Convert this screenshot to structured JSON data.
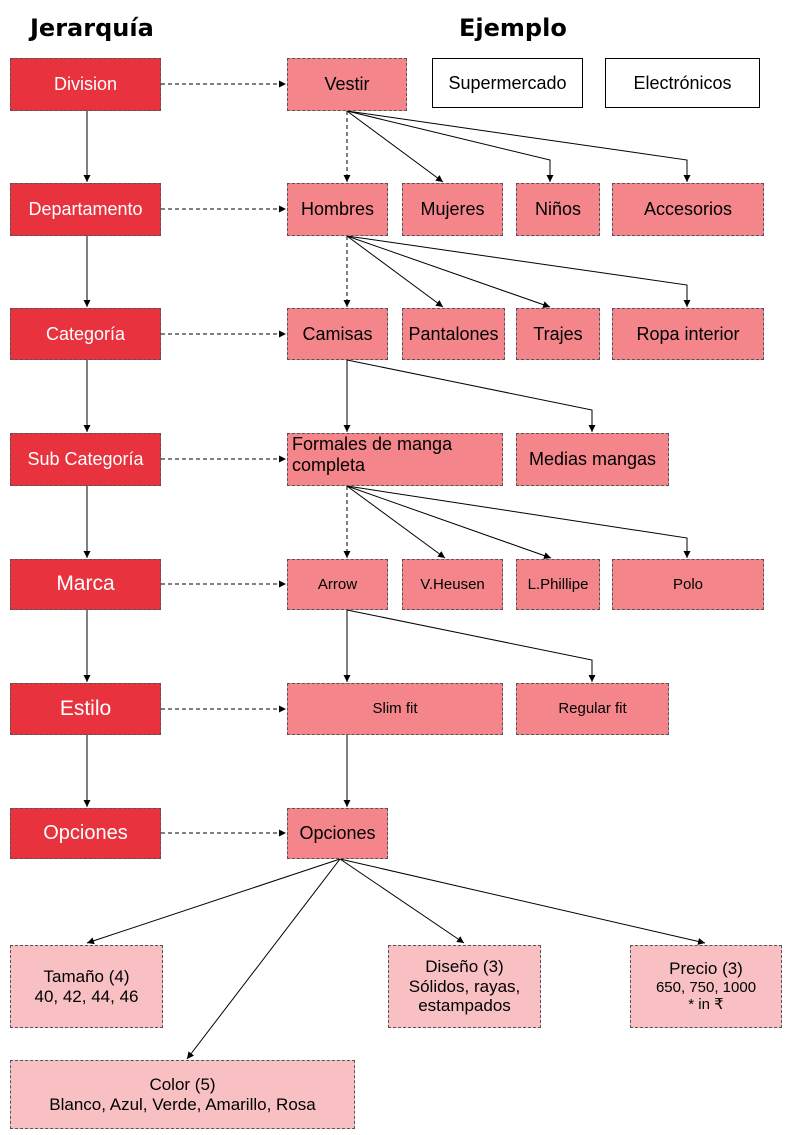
{
  "headers": {
    "jerarquia": "Jerarquía",
    "ejemplo": "Ejemplo"
  },
  "hierarchy": {
    "division": "Division",
    "departamento": "Departamento",
    "categoria": "Categoría",
    "subcategoria": "Sub Categoría",
    "marca": "Marca",
    "estilo": "Estilo",
    "opciones": "Opciones"
  },
  "examples": {
    "vestir": "Vestir",
    "supermercado": "Supermercado",
    "electronicos": "Electrónicos",
    "hombres": "Hombres",
    "mujeres": "Mujeres",
    "ninos": "Niños",
    "accesorios": "Accesorios",
    "camisas": "Camisas",
    "pantalones": "Pantalones",
    "trajes": "Trajes",
    "ropa_interior": "Ropa interior",
    "formales_1": "Formales de manga",
    "formales_2": "completa",
    "medias_mangas": "Medias mangas",
    "arrow": "Arrow",
    "vheusen": "V.Heusen",
    "lphillipe": "L.Phillipe",
    "polo": "Polo",
    "slim_fit": "Slim fit",
    "regular_fit": "Regular fit",
    "opciones": "Opciones"
  },
  "options": {
    "tamano_title": "Tamaño (4)",
    "tamano_values": "40, 42, 44, 46",
    "diseno_title": "Diseño (3)",
    "diseno_line1": "Sólidos, rayas,",
    "diseno_line2": "estampados",
    "precio_title": "Precio (3)",
    "precio_values": "650, 750, 1000",
    "precio_unit": "* in ₹",
    "color_title": "Color (5)",
    "color_values": "Blanco, Azul, Verde, Amarillo, Rosa"
  }
}
